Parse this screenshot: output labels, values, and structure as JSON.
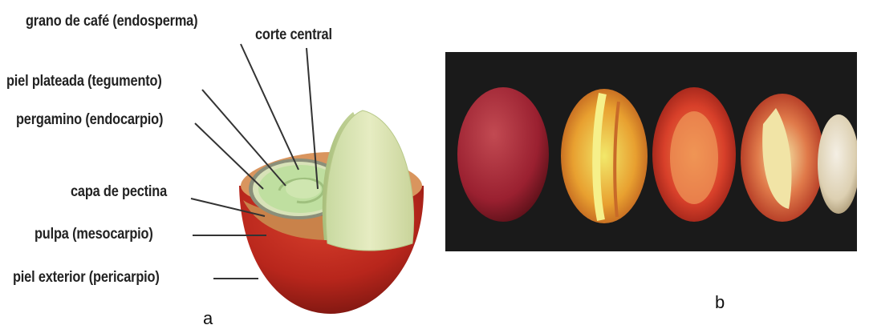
{
  "panel_a": {
    "letter": "a",
    "labels": {
      "grano": "grano de café (endosperma)",
      "corte": "corte central",
      "piel_plateada": "piel plateada (tegumento)",
      "pergamino": "pergamino (endocarpio)",
      "pectina": "capa de pectina",
      "pulpa": "pulpa (mesocarpio)",
      "piel_exterior": "piel exterior (pericarpio)"
    },
    "colors": {
      "skin": "#b8261c",
      "pulp": "#d9955e",
      "bean": "#bfdfa0",
      "bean_half": "#dfe9b8",
      "parchment": "#8a8f7a"
    }
  },
  "panel_b": {
    "letter": "b",
    "background": "#1a1a1a"
  }
}
